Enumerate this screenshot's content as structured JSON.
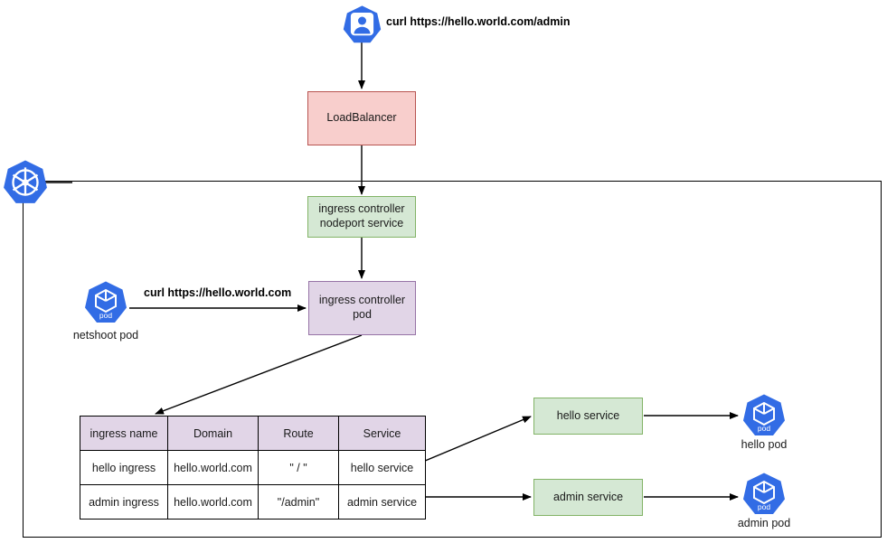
{
  "diagram": {
    "title": "Kubernetes ingress routing diagram",
    "colors": {
      "k8s_blue": "#326ce5",
      "red_fill": "#f8cecc",
      "red_stroke": "#b85450",
      "green_fill": "#d5e8d4",
      "green_stroke": "#82b366",
      "purple_fill": "#e1d5e7",
      "purple_stroke": "#9673a6",
      "edge": "#000000"
    }
  },
  "nodes": {
    "user_icon_name": "user-icon",
    "loadbalancer": "LoadBalancer",
    "nodeport_service_line1": "ingress controller",
    "nodeport_service_line2": "nodeport service",
    "ingress_pod_line1": "ingress controller",
    "ingress_pod_line2": "pod",
    "netshoot_pod_label": "netshoot pod",
    "hello_service": "hello service",
    "admin_service": "admin service",
    "hello_pod_label": "hello pod",
    "admin_pod_label": "admin pod",
    "pod_icon_text": "pod"
  },
  "edge_labels": {
    "curl_admin": "curl https://hello.world.com/admin",
    "curl_root": "curl https://hello.world.com"
  },
  "table": {
    "headers": [
      "ingress name",
      "Domain",
      "Route",
      "Service"
    ],
    "rows": [
      [
        "hello ingress",
        "hello.world.com",
        "\" / \"",
        "hello service"
      ],
      [
        "admin ingress",
        "hello.world.com",
        "\"/admin\"",
        "admin service"
      ]
    ]
  }
}
